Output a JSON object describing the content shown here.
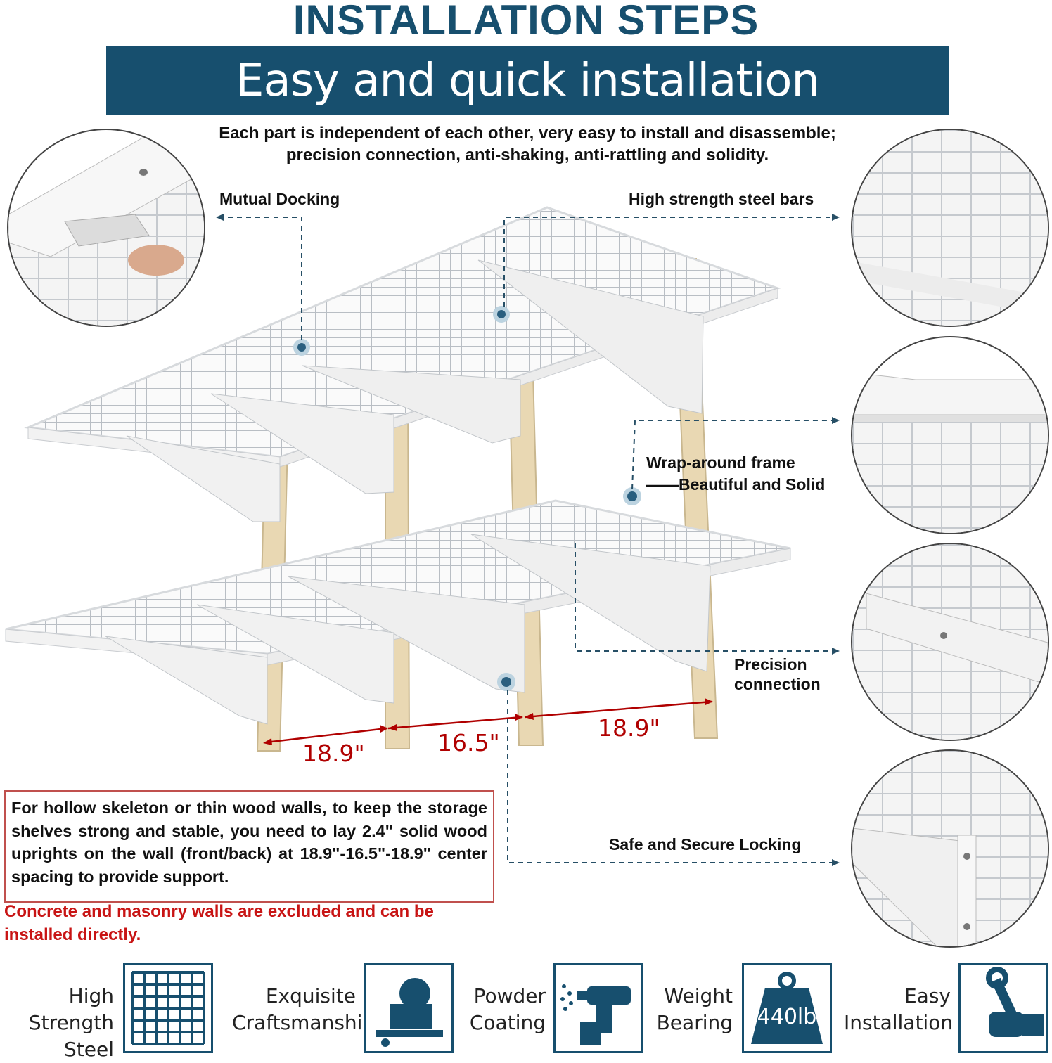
{
  "header": {
    "title": "INSTALLATION STEPS",
    "banner": "Easy and quick installation",
    "intro_line1": "Each part is independent of each other, very easy to install and disassemble;",
    "intro_line2": "precision connection, anti-shaking, anti-rattling and solidity."
  },
  "callouts": {
    "mutual_docking": "Mutual Docking",
    "steel_bars": "High strength steel bars",
    "wrap_frame_1": "Wrap-around frame",
    "wrap_frame_2": "——Beautiful and Solid",
    "precision_1": "Precision",
    "precision_2": "connection",
    "locking": "Safe and Secure Locking"
  },
  "dimensions": {
    "left": "18.9\"",
    "middle": "16.5\"",
    "right": "18.9\""
  },
  "note": {
    "text": "For hollow skeleton or thin wood walls, to keep the storage shelves strong and stable, you need to lay 2.4\" solid wood uprights on the wall (front/back) at 18.9\"-16.5\"-18.9\" center spacing to provide support.",
    "warning": "Concrete and masonry walls are excluded and can be installed directly."
  },
  "features": [
    {
      "line1": "High Strength",
      "line2": "Steel",
      "icon": "grid-icon"
    },
    {
      "line1": "Exquisite",
      "line2": "Craftsmanship",
      "icon": "welder-icon"
    },
    {
      "line1": "Powder",
      "line2": "Coating",
      "icon": "spray-gun-icon"
    },
    {
      "line1": "Weight",
      "line2": "Bearing",
      "icon": "weight-icon",
      "badge": "440lb"
    },
    {
      "line1": "Easy",
      "line2": "Installation",
      "icon": "wrench-hand-icon"
    }
  ],
  "colors": {
    "brand_blue": "#174f6e",
    "dimension_red": "#b00000",
    "warning_red": "#c81414",
    "wood": "#e9d8b3"
  }
}
